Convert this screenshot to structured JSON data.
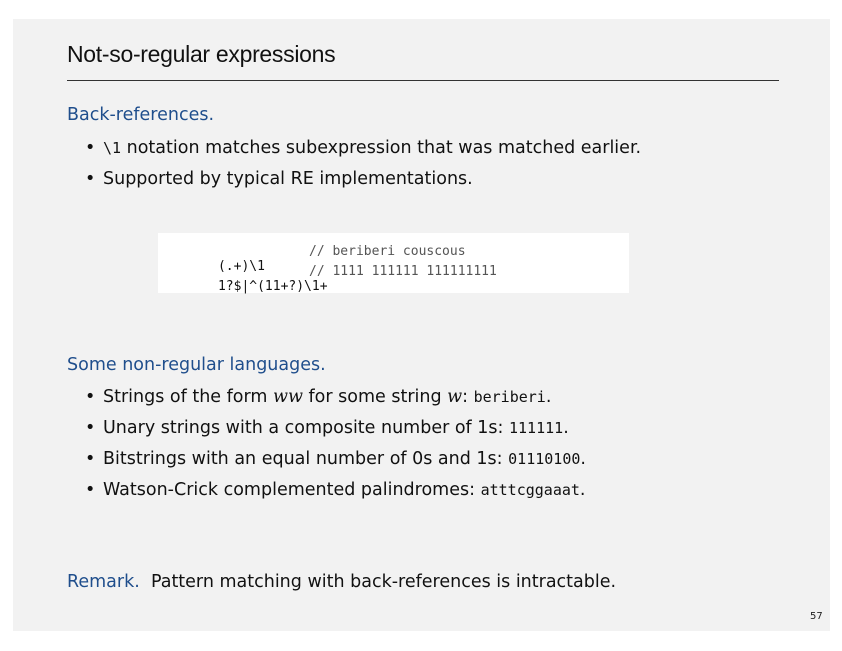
{
  "title": "Not-so-regular expressions",
  "sections": [
    {
      "heading": "Back-references.",
      "bullets": [
        {
          "code": "\\1",
          "text": " notation matches subexpression that was matched earlier."
        },
        {
          "text": "Supported by typical RE implementations."
        }
      ]
    },
    {
      "heading": "Some non-regular languages.",
      "bullets": [
        {
          "pre": "Strings of the form ",
          "var1": "ww",
          "mid": " for some string ",
          "var2": "w",
          "post": ":  ",
          "code": "beriberi",
          "end": "."
        },
        {
          "pre": "Unary strings with a composite number of 1s:  ",
          "code": "111111",
          "end": "."
        },
        {
          "pre": "Bitstrings with an equal number of 0s and 1s:  ",
          "code": "01110100",
          "end": "."
        },
        {
          "pre": "Watson-Crick complemented palindromes:  ",
          "code": "atttcggaaat",
          "end": "."
        }
      ]
    }
  ],
  "code_examples": [
    {
      "pattern": "(.+)\\1",
      "comment": "// beriberi couscous"
    },
    {
      "pattern": "1?$|^(11+?)\\1+",
      "comment": "// 1111 111111 111111111"
    }
  ],
  "remark": {
    "label": "Remark.",
    "text": "Pattern matching with back-references is intractable."
  },
  "page_number": "57",
  "bullet_glyph": "•",
  "colors": {
    "heading": "#1f4e8c",
    "slide_bg": "#f2f2f2",
    "code_bg": "#ffffff"
  }
}
